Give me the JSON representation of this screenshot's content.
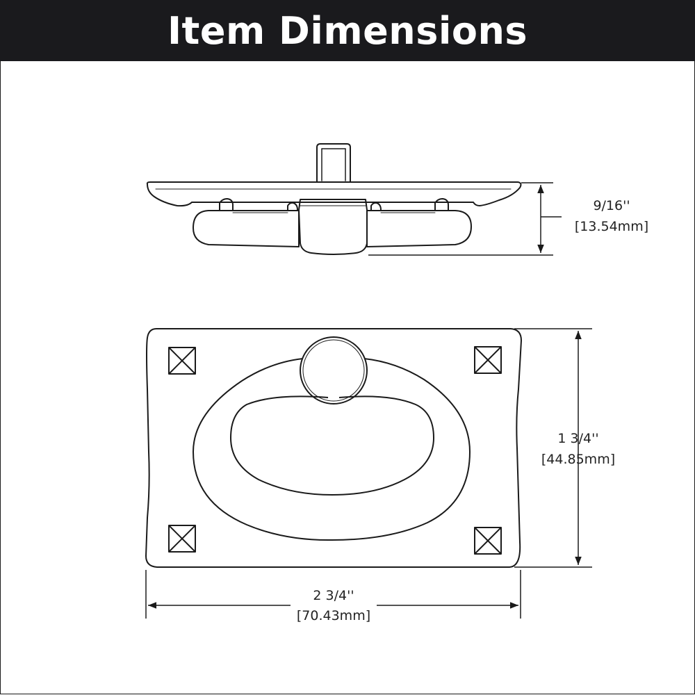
{
  "header": {
    "title": "Item Dimensions"
  },
  "dimensions": {
    "height": {
      "imperial": "9/16''",
      "metric": "[13.54mm]"
    },
    "length": {
      "imperial": "1 3/4''",
      "metric": "[44.85mm]"
    },
    "width": {
      "imperial": "2 3/4''",
      "metric": "[70.43mm]"
    }
  },
  "colors": {
    "header_bg": "#1a1a1d",
    "header_text": "#ffffff",
    "line": "#1a1a1a"
  }
}
